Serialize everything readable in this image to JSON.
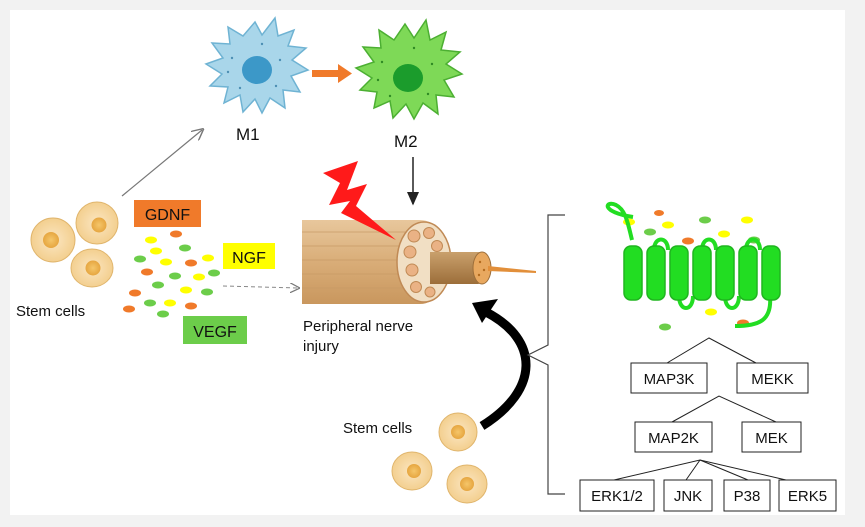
{
  "macrophages": {
    "m1_label": "M1",
    "m2_label": "M2",
    "m1_color": "#a9d6ea",
    "m2_color": "#7ed957"
  },
  "stem_cells": {
    "left_label": "Stem cells",
    "bottom_label": "Stem cells",
    "color": "#f7d9a4"
  },
  "factors": {
    "gdnf": {
      "label": "GDNF",
      "color": "#f07a2a"
    },
    "ngf": {
      "label": "NGF",
      "color": "#ffff00"
    },
    "vegf": {
      "label": "VEGF",
      "color": "#6ccd4a"
    }
  },
  "nerve": {
    "label_line1": "Peripheral nerve",
    "label_line2": "injury"
  },
  "receptor": {
    "color": "#22dd22"
  },
  "pathway": {
    "level1": [
      "MAP3K",
      "MEKK"
    ],
    "level2": [
      "MAP2K",
      "MEK"
    ],
    "level3": [
      "ERK1/2",
      "JNK",
      "P38",
      "ERK5"
    ]
  }
}
